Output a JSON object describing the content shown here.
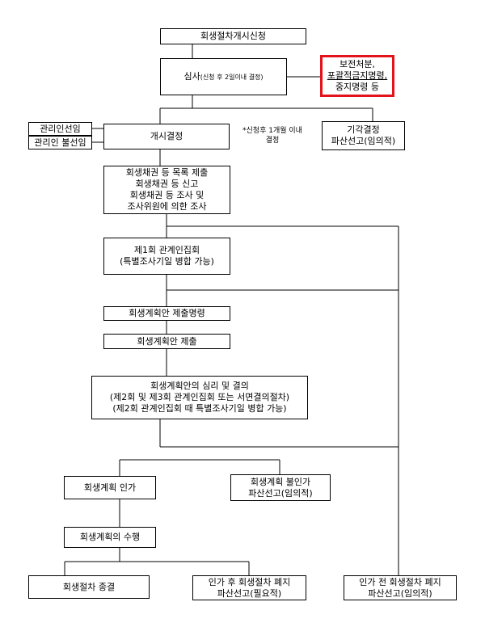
{
  "nodes": {
    "petition": "회생절차개시신청",
    "review": "심사",
    "review_note": "(신청 후 2일이내 결정)",
    "preservation_1": "보전처분,",
    "preservation_2": "포괄적금지명령,",
    "preservation_3": "중지명령 등",
    "manager_appoint": "관리인선임",
    "manager_nonappoint": "관리인 불선임",
    "commencement": "개시결정",
    "commencement_note": "*신청후 1개월 이내\n결정",
    "dismissal": "기각결정\n파산선고(임의적)",
    "claims": "회생채권 등 목록 제출\n회생채권 등 신고\n회생채권 등 조사 및\n조사위원에 의한 조사",
    "first_meeting": "제1회 관계인집회\n(특별조사기일 병합 가능)",
    "plan_order": "회생계획안 제출명령",
    "plan_submit": "회생계획안 제출",
    "deliberation": "회생계획안의 심리 및 결의\n(제2회 및 제3회 관계인집회 또는 서면결의절차)\n(제2회 관계인집회 때 특별조사기일 병합 가능)",
    "approval": "회생계획 인가",
    "non_approval": "회생계획 불인가\n파산선고(임의적)",
    "execution": "회생계획의 수행",
    "termination": "회생절차 종결",
    "abolish_after": "인가 후 회생절차 폐지\n파산선고(필요적)",
    "abolish_before": "인가 전 회생절차 폐지\n파산선고(임의적)"
  },
  "colors": {
    "highlight": "#e3131b",
    "line": "#000000"
  }
}
